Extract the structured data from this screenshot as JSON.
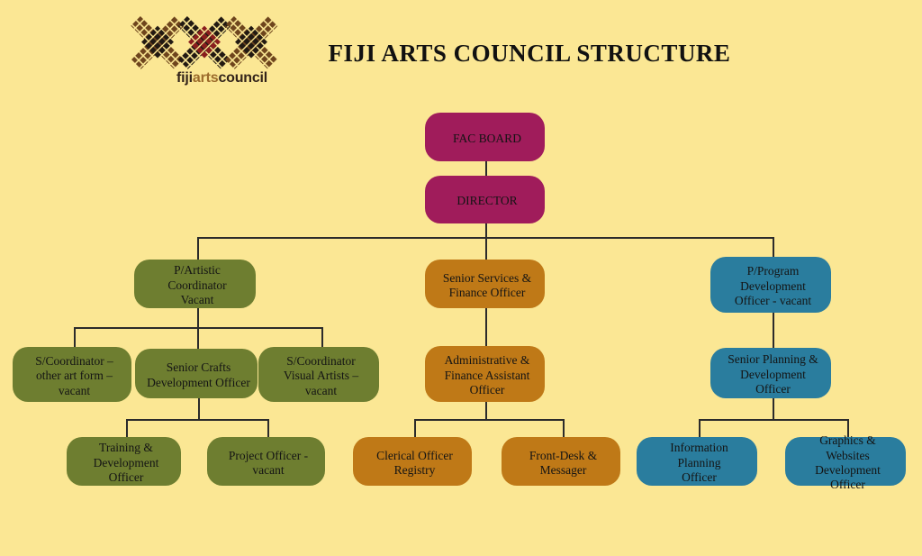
{
  "colors": {
    "background": "#FBE794",
    "line": "#2b2b2b",
    "board_level_dark": "#A01C5B",
    "board_level_border": "#F0609F",
    "artistic_branch_dark": "#6E7E30",
    "artistic_branch_border": "#A9C43F",
    "services_branch_dark": "#BF7917",
    "services_branch_border": "#F1BD5D",
    "program_branch_dark": "#2A7D9E",
    "program_branch_border": "#85CAE8",
    "logo_dark_brown": "#33241a",
    "logo_mid_brown": "#9c6c2c"
  },
  "logo": {
    "fiji": "fiji",
    "arts": "arts",
    "council": "council"
  },
  "title": "FIJI ARTS COUNCIL STRUCTURE",
  "org": {
    "nodes": {
      "fac_board": {
        "label": "FAC BOARD",
        "reports_to": null
      },
      "director": {
        "label": "DIRECTOR",
        "reports_to": "fac_board"
      },
      "artistic_coord": {
        "label": "P/Artistic Coordinator\nVacant",
        "reports_to": "director"
      },
      "services_officer": {
        "label": "Senior Services &\nFinance Officer",
        "reports_to": "director"
      },
      "program_officer": {
        "label": "P/Program\nDevelopment\nOfficer - vacant",
        "reports_to": "director"
      },
      "coord_other_art": {
        "label": "S/Coordinator –\nother art form –\nvacant",
        "reports_to": "artistic_coord"
      },
      "senior_crafts": {
        "label": "Senior Crafts\nDevelopment Officer",
        "reports_to": "artistic_coord"
      },
      "coord_visual": {
        "label": "S/Coordinator\nVisual Artists –\nvacant",
        "reports_to": "artistic_coord"
      },
      "admin_finance": {
        "label": "Administrative &\nFinance Assistant\nOfficer",
        "reports_to": "services_officer"
      },
      "senior_planning": {
        "label": "Senior Planning &\nDevelopment Officer",
        "reports_to": "program_officer"
      },
      "training": {
        "label": "Training &\nDevelopment Officer",
        "reports_to": "senior_crafts"
      },
      "project_officer": {
        "label": "Project Officer -\nvacant",
        "reports_to": "senior_crafts"
      },
      "clerical": {
        "label": "Clerical Officer\nRegistry",
        "reports_to": "admin_finance"
      },
      "front_desk": {
        "label": "Front-Desk &\nMessager",
        "reports_to": "admin_finance"
      },
      "info_planning": {
        "label": "Information Planning\nOfficer",
        "reports_to": "senior_planning"
      },
      "graphics_web": {
        "label": "Graphics & Websites\nDevelopment Officer",
        "reports_to": "senior_planning"
      }
    }
  }
}
